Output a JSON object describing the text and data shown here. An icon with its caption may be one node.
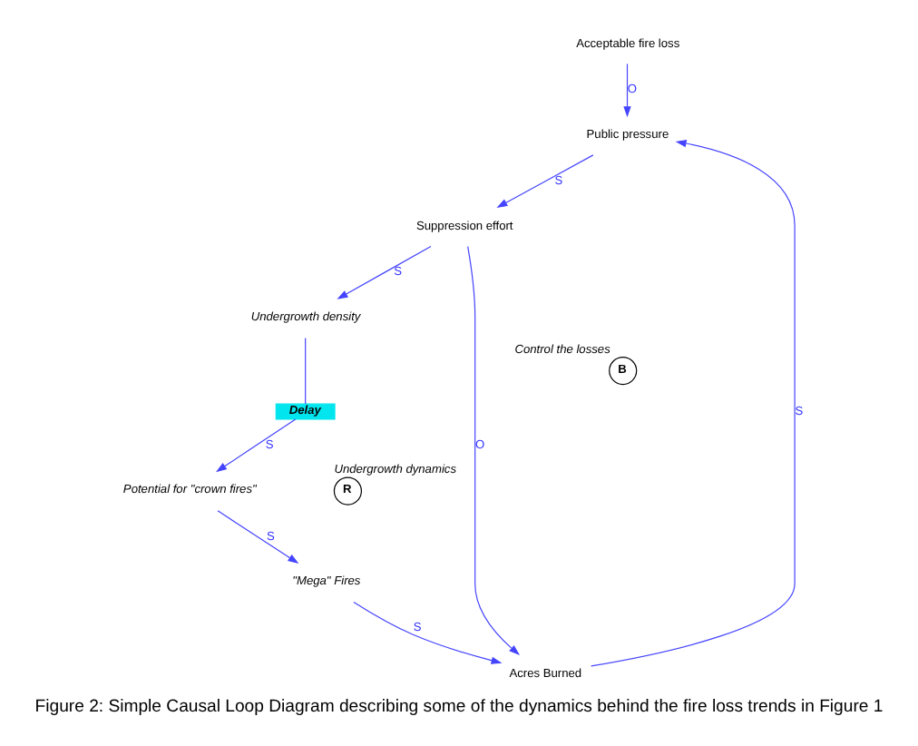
{
  "diagram": {
    "caption": "Figure 2: Simple Causal Loop Diagram describing some of the dynamics behind the fire loss trends in Figure 1",
    "nodes": [
      {
        "text": [
          "Acceptable fire loss"
        ]
      },
      {
        "text": [
          "Public pressure"
        ]
      },
      {
        "text": [
          "Suppression effort"
        ]
      },
      {
        "text": [
          "Undergrowth density"
        ]
      },
      {
        "text": [
          "Delay"
        ]
      },
      {
        "text": [
          "Potential for \"crown fires\""
        ]
      },
      {
        "text": [
          "\"Mega\" Fires"
        ]
      },
      {
        "text": [
          "Acres Burned"
        ]
      },
      {
        "text": [
          "B"
        ],
        "beside": [
          "Control the losses"
        ]
      },
      {
        "text": [
          "R"
        ],
        "beside": [
          "Undergrowth dynamics"
        ]
      }
    ],
    "edges": [
      {
        "from": 0,
        "to": 1,
        "arrow": "to",
        "label": "O"
      },
      {
        "from": 1,
        "to": 2,
        "arrow": "to",
        "label": "S"
      },
      {
        "from": 2,
        "to": 3,
        "arrow": "to",
        "label": "S"
      },
      {
        "from": 3,
        "to": 4,
        "arrow": "none"
      },
      {
        "from": 4,
        "to": 5,
        "arrow": "to",
        "label": "S"
      },
      {
        "from": 5,
        "to": 6,
        "arrow": "to",
        "label": "S"
      },
      {
        "from": 6,
        "to": 7,
        "arrow": "to",
        "label": "S"
      },
      {
        "from": 7,
        "to": 1,
        "arrow": "to",
        "label": "S"
      },
      {
        "from": 2,
        "to": 7,
        "arrow": "to",
        "label": "O"
      }
    ]
  }
}
